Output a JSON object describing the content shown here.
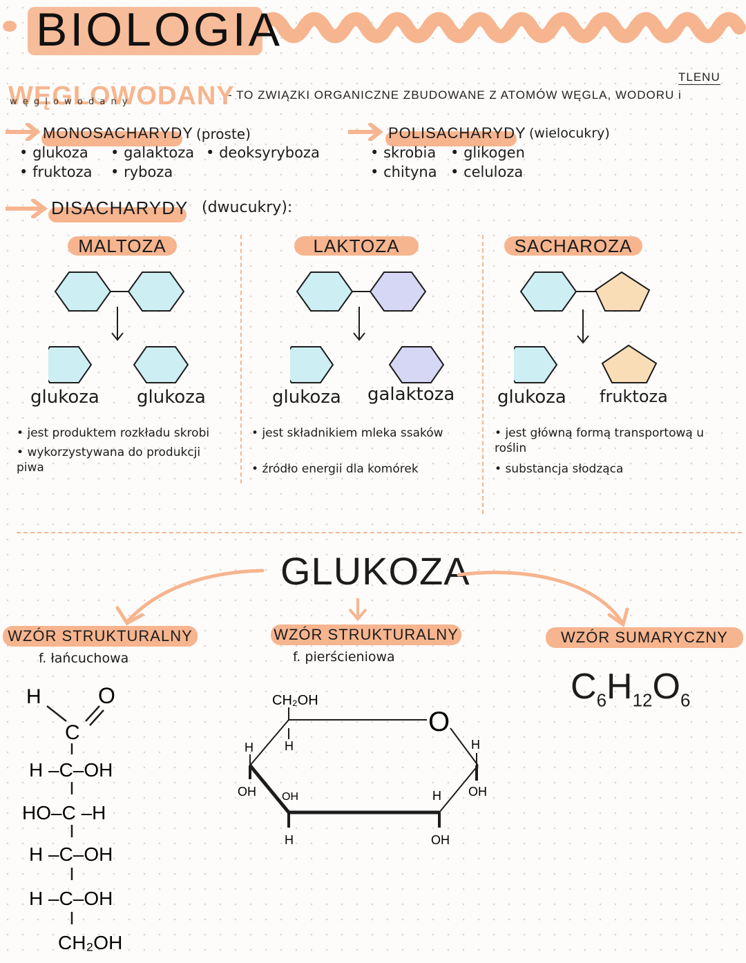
{
  "header": {
    "title": "BIOLOGIA"
  },
  "intro": {
    "term": "WĘGLOWODANY",
    "term_lower": "w ę g l o w o d a n y",
    "definition": "- TO ZWIĄZKI ORGANICZNE ZBUDOWANE Z ATOMÓW WĘGLA, WODORU i",
    "definition_extra": "TLENU"
  },
  "monosaccharides": {
    "title": "MONOSACHARYDY",
    "note": "(proste)",
    "items": [
      "glukoza",
      "galaktoza",
      "deoksyryboza",
      "fruktoza",
      "ryboza"
    ]
  },
  "polysaccharides": {
    "title": "POLISACHARYDY",
    "note": "(wielocukry)",
    "items": [
      "skrobia",
      "glikogen",
      "chityna",
      "celuloza"
    ]
  },
  "disaccharides": {
    "title": "DISACHARYDY",
    "note": "(dwucukry):",
    "columns": [
      {
        "name": "MALTOZA",
        "part1": "glukoza",
        "part2": "glukoza",
        "facts": [
          "jest produktem rozkładu skrobi",
          "wykorzystywana do produkcji piwa"
        ]
      },
      {
        "name": "LAKTOZA",
        "part1": "glukoza",
        "part2": "galaktoza",
        "facts": [
          "jest składnikiem mleka ssaków",
          "źródło energii dla komórek"
        ]
      },
      {
        "name": "SACHAROZA",
        "part1": "glukoza",
        "part2": "fruktoza",
        "facts": [
          "jest główną formą transportową u roślin",
          "substancja słodząca"
        ]
      }
    ]
  },
  "glucose": {
    "title": "GLUKOZA",
    "chain": {
      "label": "WZÓR STRUKTURALNY",
      "sub": "f. łańcuchowa"
    },
    "ring": {
      "label": "WZÓR STRUKTURALNY",
      "sub": "f. pierścieniowa"
    },
    "summary": {
      "label": "WZÓR SUMARYCZNY",
      "formula_c": "C",
      "c_count": "6",
      "formula_h": "H",
      "h_count": "12",
      "formula_o": "O",
      "o_count": "6"
    }
  },
  "colors": {
    "accent": "#f6b58f",
    "glucose_blue": "#cdeef3",
    "galactose_violet": "#d6d6f5",
    "fructose_peach": "#f9ddb6"
  }
}
